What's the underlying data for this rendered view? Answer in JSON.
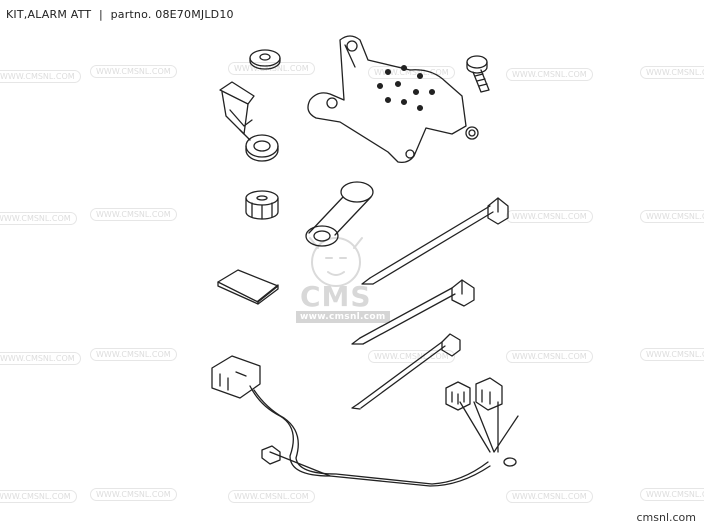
{
  "header": {
    "title": "KIT,ALARM ATT",
    "separator": "|",
    "part_label": "partno.",
    "part_number": "08E70MJLD10"
  },
  "watermark": {
    "text": "WWW.CMSNL.COM",
    "logo": "CMS",
    "logo_url": "www.cmsnl.com"
  },
  "footer": {
    "site": "cmsnl.com"
  }
}
